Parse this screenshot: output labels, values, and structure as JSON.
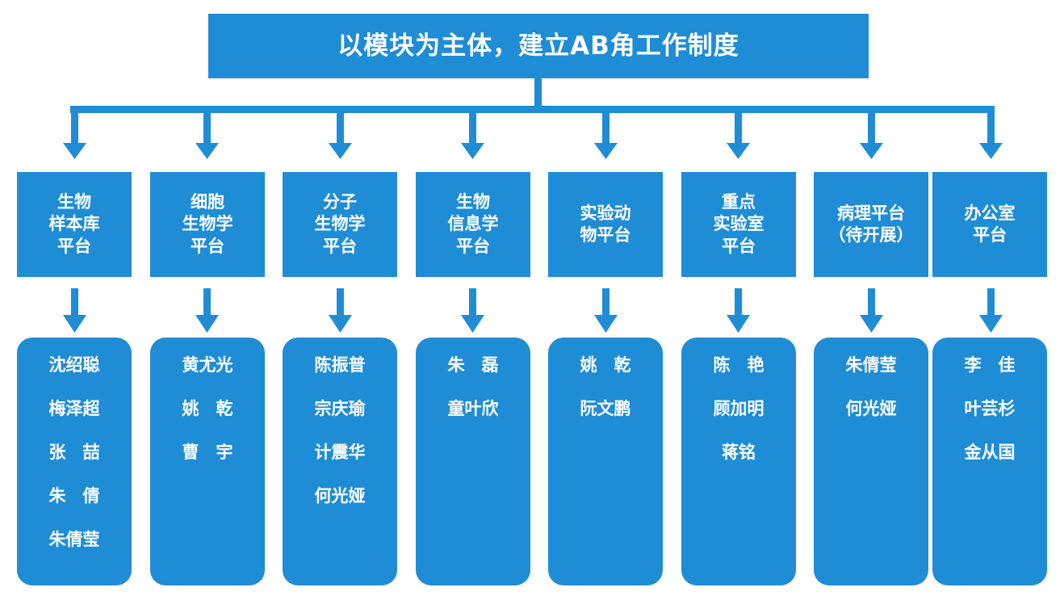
{
  "title": {
    "text": "以模块为主体，建立AB角工作制度"
  },
  "colors": {
    "brand_blue": "#1f8dd6",
    "text_on_brand": "#ffffff",
    "background": "#ffffff"
  },
  "platforms": [
    {
      "id": "biobank",
      "label": "生物\n样本库\n平台",
      "members": [
        "沈绍聪",
        "梅泽超",
        "张　喆",
        "朱　倩",
        "朱倩莹"
      ]
    },
    {
      "id": "cell-biology",
      "label": "细胞\n生物学\n平台",
      "members": [
        "黄尤光",
        "姚　乾",
        "曹　宇"
      ]
    },
    {
      "id": "molecular-biology",
      "label": "分子\n生物学\n平台",
      "members": [
        "陈振普",
        "宗庆瑜",
        "计震华",
        "何光娅"
      ]
    },
    {
      "id": "bioinformatics",
      "label": "生物\n信息学\n平台",
      "members": [
        "朱　磊",
        "童叶欣"
      ]
    },
    {
      "id": "lab-animal",
      "label": "实验动\n物平台",
      "members": [
        "姚　乾",
        "阮文鹏"
      ]
    },
    {
      "id": "key-lab",
      "label": "重点\n实验室\n平台",
      "members": [
        "陈　艳",
        "顾加明",
        "蒋铭"
      ]
    },
    {
      "id": "pathology",
      "label": "病理平台\n（待开展）",
      "members": [
        "朱倩莹",
        "何光娅"
      ]
    },
    {
      "id": "office",
      "label": "办公室\n平台",
      "members": [
        "李　佳",
        "叶芸杉",
        "金从国"
      ]
    }
  ],
  "connectors": {
    "trunk_icon": "vertical-line",
    "bus_icon": "horizontal-line",
    "branch_icon": "down-arrow"
  }
}
